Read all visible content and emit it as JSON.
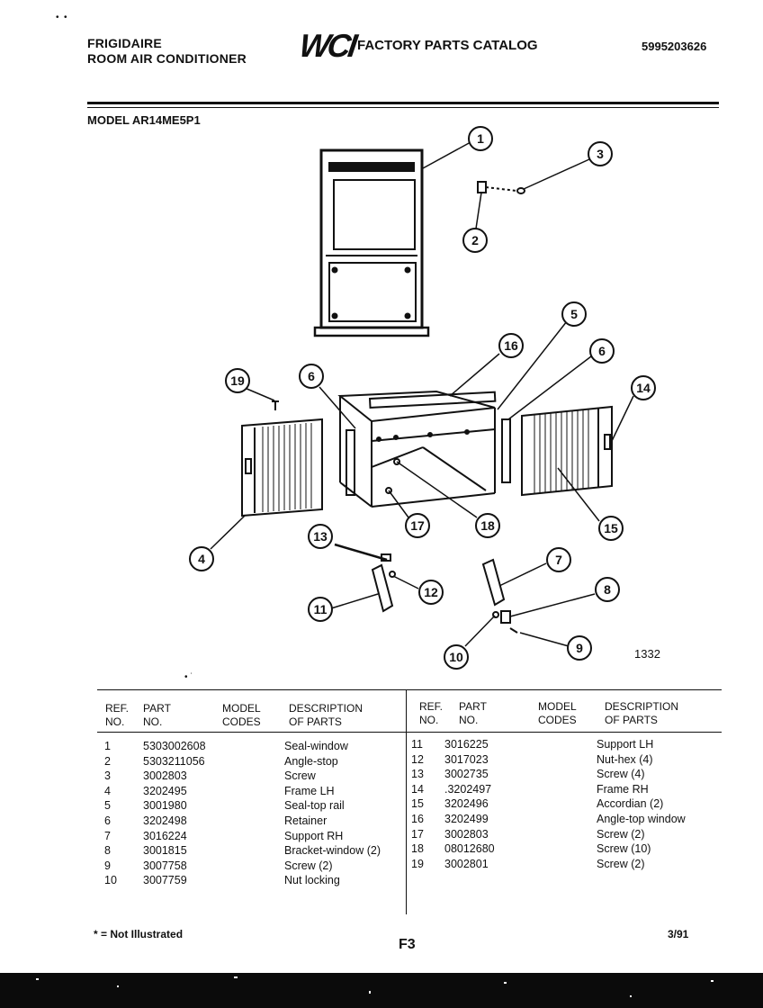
{
  "header": {
    "brand": "FRIGIDAIRE",
    "product": "ROOM AIR CONDITIONER",
    "logo": "WCI",
    "catalog_title": "FACTORY PARTS CATALOG",
    "catalog_number": "5995203626"
  },
  "model": "MODEL AR14ME5P1",
  "diagram": {
    "callouts": [
      "1",
      "2",
      "3",
      "4",
      "5",
      "6",
      "6",
      "7",
      "8",
      "9",
      "10",
      "11",
      "12",
      "13",
      "14",
      "15",
      "16",
      "17",
      "18",
      "19"
    ],
    "drawing_number": "1332"
  },
  "table": {
    "headers": {
      "ref": "REF.",
      "no": "NO.",
      "part": "PART",
      "part_no": "NO.",
      "model": "MODEL",
      "codes": "CODES",
      "desc": "DESCRIPTION",
      "of_parts": "OF PARTS"
    },
    "left": [
      {
        "ref": "1",
        "part": "5303002608",
        "desc": "Seal-window"
      },
      {
        "ref": "2",
        "part": "5303211056",
        "desc": "Angle-stop"
      },
      {
        "ref": "3",
        "part": "3002803",
        "desc": "Screw"
      },
      {
        "ref": "4",
        "part": "3202495",
        "desc": "Frame LH"
      },
      {
        "ref": "5",
        "part": "3001980",
        "desc": "Seal-top rail"
      },
      {
        "ref": "6",
        "part": "3202498",
        "desc": "Retainer"
      },
      {
        "ref": "7",
        "part": "3016224",
        "desc": "Support RH"
      },
      {
        "ref": "8",
        "part": "3001815",
        "desc": "Bracket-window (2)"
      },
      {
        "ref": "9",
        "part": "3007758",
        "desc": "Screw (2)"
      },
      {
        "ref": "10",
        "part": "3007759",
        "desc": "Nut locking"
      }
    ],
    "right": [
      {
        "ref": "11",
        "part": "3016225",
        "desc": "Support LH"
      },
      {
        "ref": "12",
        "part": "3017023",
        "desc": "Nut-hex (4)"
      },
      {
        "ref": "13",
        "part": "3002735",
        "desc": "Screw (4)"
      },
      {
        "ref": "14",
        "part": ".3202497",
        "desc": "Frame RH"
      },
      {
        "ref": "15",
        "part": "3202496",
        "desc": "Accordian (2)"
      },
      {
        "ref": "16",
        "part": "3202499",
        "desc": "Angle-top window"
      },
      {
        "ref": "17",
        "part": "3002803",
        "desc": "Screw (2)"
      },
      {
        "ref": "18",
        "part": "08012680",
        "desc": "Screw (10)"
      },
      {
        "ref": "19",
        "part": "3002801",
        "desc": "Screw (2)"
      }
    ]
  },
  "footer": {
    "note": "* = Not Illustrated",
    "page": "F3",
    "date": "3/91"
  }
}
